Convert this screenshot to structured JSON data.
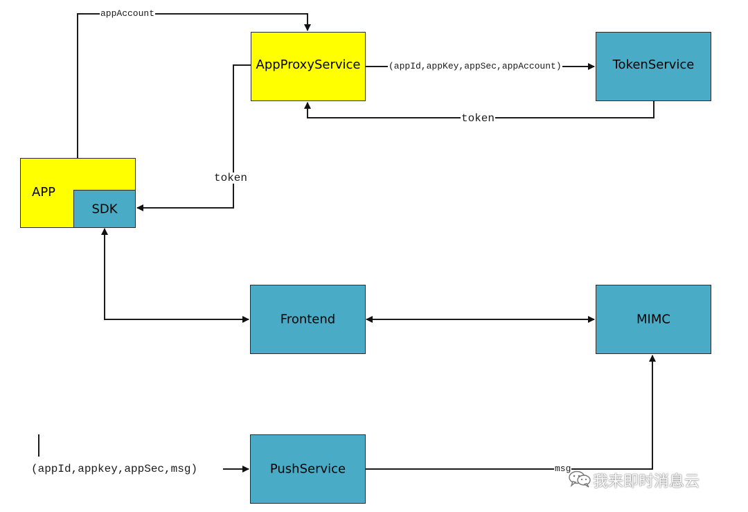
{
  "nodes": {
    "app": "APP",
    "sdk": "SDK",
    "app_proxy_service": "AppProxyService",
    "token_service": "TokenService",
    "frontend": "Frontend",
    "mimc": "MIMC",
    "push_service": "PushService"
  },
  "edges": {
    "app_to_proxy": "appAccount",
    "proxy_to_token": "(appId,appKey,appSec,appAccount)",
    "token_to_proxy": "token",
    "proxy_to_sdk": "token",
    "input_to_push": "(appId,appkey,appSec,msg)",
    "push_to_mimc": "msg"
  },
  "watermark": "我来即时消息云",
  "colors": {
    "blue_box": "#4aabc6",
    "yellow_box": "#ffff00",
    "line": "#1a1a1a"
  }
}
